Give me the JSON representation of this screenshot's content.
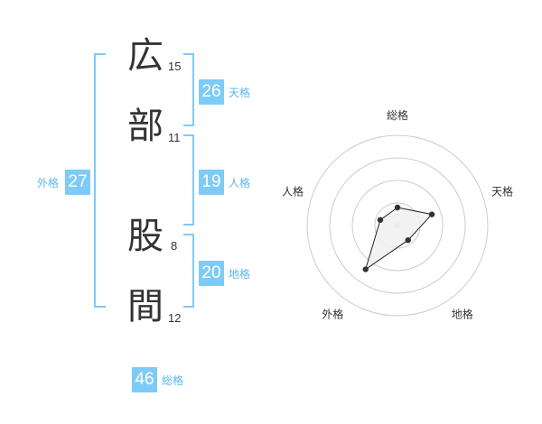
{
  "name": {
    "surname": [
      {
        "char": "広",
        "strokes": "15"
      },
      {
        "char": "部",
        "strokes": "11"
      }
    ],
    "given": [
      {
        "char": "股",
        "strokes": "8"
      },
      {
        "char": "間",
        "strokes": "12"
      }
    ]
  },
  "fortunes": {
    "tenkaku": {
      "value": "26",
      "label": "天格"
    },
    "jinkaku": {
      "value": "19",
      "label": "人格"
    },
    "chikaku": {
      "value": "20",
      "label": "地格"
    },
    "gaikaku": {
      "value": "27",
      "label": "外格"
    },
    "soukaku": {
      "value": "46",
      "label": "総格"
    }
  },
  "chart_data": {
    "type": "radar",
    "axes": [
      "総格",
      "天格",
      "地格",
      "外格",
      "人格"
    ],
    "range": [
      0,
      5
    ],
    "rings": 4,
    "values": [
      1,
      2,
      1,
      3,
      1
    ],
    "colors": {
      "polygon_fill": "#f0f0f0",
      "polygon_stroke": "#222222",
      "ring": "#cccccc",
      "center": "#cccccc"
    }
  }
}
